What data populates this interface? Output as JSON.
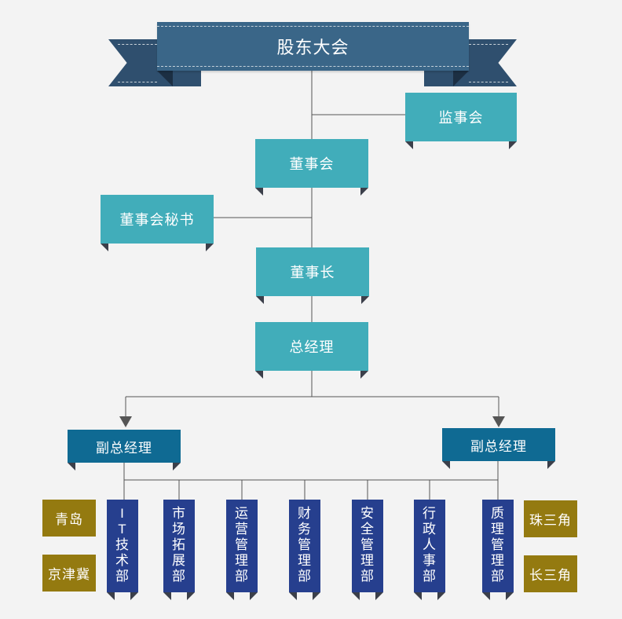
{
  "nodes": {
    "shareholders": "股东大会",
    "supervisory_board": "监事会",
    "board": "董事会",
    "board_secretary": "董事会秘书",
    "chairman": "董事长",
    "general_manager": "总经理",
    "deputy_gm_left": "副总经理",
    "deputy_gm_right": "副总经理"
  },
  "departments": [
    {
      "chars": [
        "I",
        "T",
        "技",
        "术",
        "部"
      ]
    },
    {
      "chars": [
        "市",
        "场",
        "拓",
        "展",
        "部"
      ]
    },
    {
      "chars": [
        "运",
        "营",
        "管",
        "理",
        "部"
      ]
    },
    {
      "chars": [
        "财",
        "务",
        "管",
        "理",
        "部"
      ]
    },
    {
      "chars": [
        "安",
        "全",
        "管",
        "理",
        "部"
      ]
    },
    {
      "chars": [
        "行",
        "政",
        "人",
        "事",
        "部"
      ]
    },
    {
      "chars": [
        "质",
        "理",
        "管",
        "理",
        "部"
      ]
    }
  ],
  "regions": {
    "qingdao": "青岛",
    "jingjinji": "京津冀",
    "pearl_delta": "珠三角",
    "yangtze_delta": "长三角"
  },
  "colors": {
    "background": "#f3f3f3",
    "banner": "#3a6688",
    "teal": "#41adba",
    "navy": "#0f6a93",
    "dept_blue": "#263f8e",
    "region_gold": "#947a10",
    "line": "#555555"
  }
}
